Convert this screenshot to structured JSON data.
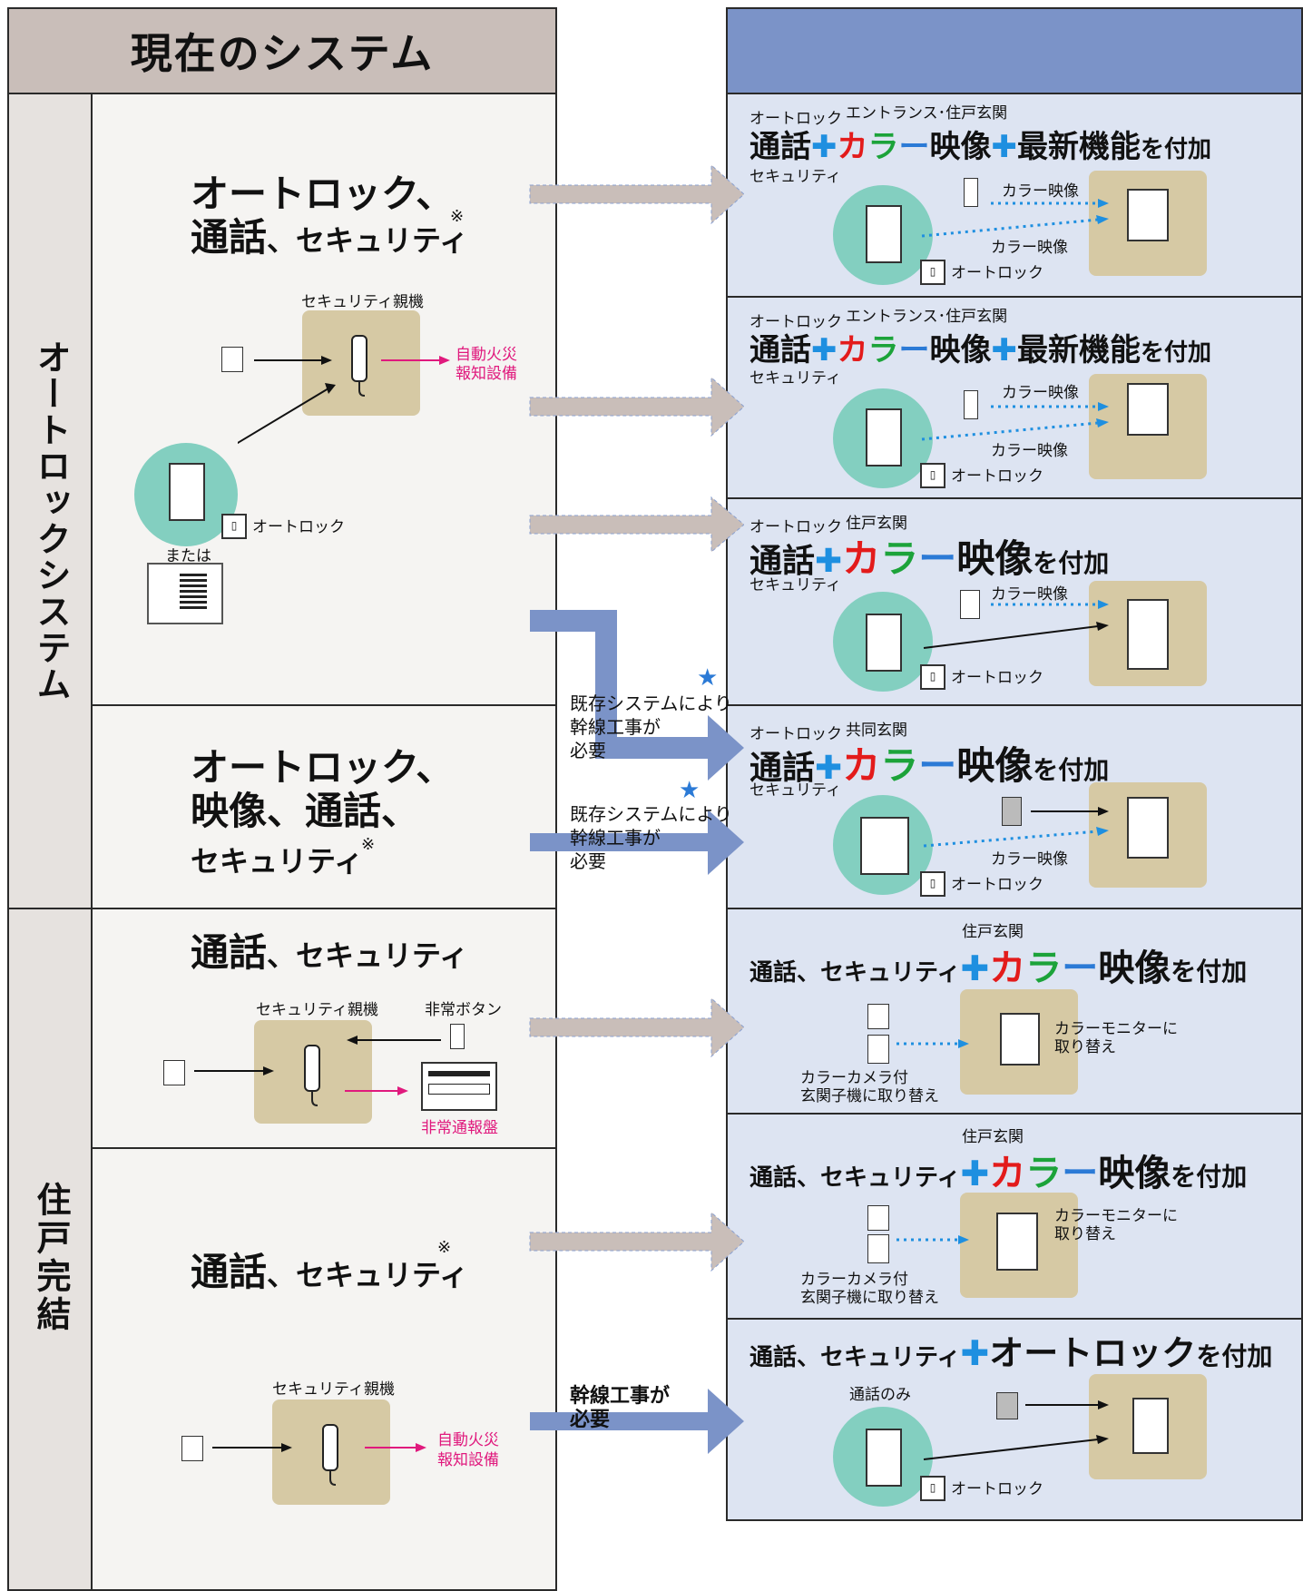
{
  "header": {
    "left_title": "現在のシステム",
    "right_title": ""
  },
  "side": {
    "autolock": "オートロックシステム",
    "jukko": "住戸完結"
  },
  "left": {
    "r1_title1": "オートロック、",
    "r1_title2a": "通話",
    "r1_title2b": "、セキュリティ",
    "note": "※",
    "security_master": "セキュリティ親機",
    "fire_alarm_1": "自動火災",
    "fire_alarm_2": "報知設備",
    "autolock": "オートロック",
    "or": "または",
    "r2_title1": "オートロック、",
    "r2_title2": "映像、通話、",
    "r2_title3": "セキュリティ",
    "r3_title_a": "通話",
    "r3_title_b": "、セキュリティ",
    "emergency_button": "非常ボタン",
    "emergency_panel": "非常通報盤",
    "r4_title_a": "通話",
    "r4_title_b": "、セキュリティ"
  },
  "mid": {
    "star": "★",
    "existing_1": "既存システムにより",
    "existing_2": "幹線工事が",
    "existing_3": "必要",
    "trunk_1": "幹線工事が",
    "trunk_2": "必要"
  },
  "right": {
    "autolock_small": "オートロック",
    "entrance_both": "エントランス･住戸玄関",
    "jukko_genkan": "住戸玄関",
    "kyodo_genkan": "共同玄関",
    "tsuwa": "通話",
    "security": "セキュリティ",
    "plus": "✚",
    "ka": "カ",
    "ra": "ラ",
    "dash": "ー",
    "eizo": "映像",
    "saishin": "最新機能",
    "fuka": "を付加",
    "color_video": "カラー映像",
    "autolock": "オートロック",
    "tsuwa_security": "通話、セキュリティ",
    "color_monitor_1": "カラーモニターに",
    "color_monitor_2": "取り替え",
    "camera_1": "カラーカメラ付",
    "camera_2": "玄関子機に取り替え",
    "autolock_big": "オートロック",
    "tsuwa_only": "通話のみ"
  },
  "colors": {
    "header_left": "#c9beb9",
    "header_right": "#7b93c8",
    "right_bg": "#dde4f2",
    "beige": "#d6c9a4",
    "teal": "#83cfc0",
    "arrow_grey": "#c9beb9",
    "arrow_blue": "#7b93c8",
    "plus_blue": "#1e8fe0",
    "red": "#e31b1b",
    "green": "#1ca33a",
    "pink": "#e0197d"
  }
}
